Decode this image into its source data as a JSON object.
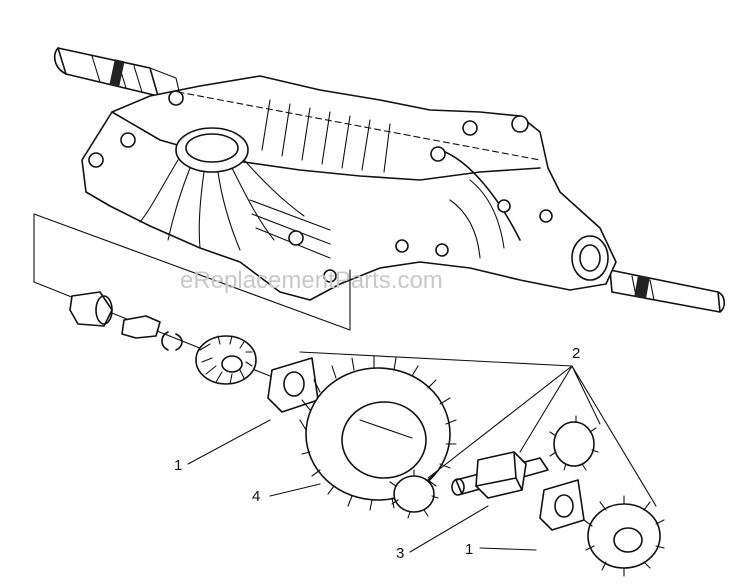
{
  "watermark": "eReplacementParts.com",
  "callouts": [
    {
      "id": "label-2-top",
      "text": "2"
    },
    {
      "id": "label-1-left",
      "text": "1"
    },
    {
      "id": "label-4",
      "text": "4"
    },
    {
      "id": "label-3",
      "text": "3"
    },
    {
      "id": "label-1-bottom",
      "text": "1"
    }
  ],
  "colors": {
    "ink": "#111111",
    "background": "#ffffff",
    "watermark": "#c8c8c8"
  }
}
